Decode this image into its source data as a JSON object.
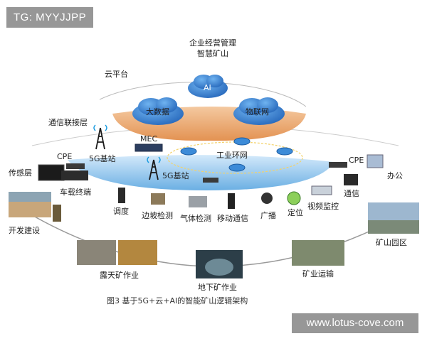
{
  "watermarks": {
    "top_left": "TG: MYYJJPP",
    "bottom_right": "www.lotus-cove.com"
  },
  "top_labels": {
    "management": "企业经营管理",
    "smart_mine": "智慧矿山",
    "cloud_platform": "云平台"
  },
  "clouds": {
    "ai": "AI",
    "big_data": "大数据",
    "iot": "物联网"
  },
  "layers": {
    "comm": "通信联接层",
    "sensing": "传感层"
  },
  "network": {
    "mec": "MEC",
    "station_left": "5G基站",
    "station_center": "5G基站",
    "cpe_left": "CPE",
    "cpe_right": "CPE",
    "industrial_ring": "工业环网"
  },
  "terminals": {
    "vehicle_terminal": "车载终端",
    "dispatch": "调度",
    "slope_monitor": "边坡检测",
    "gas_detect": "气体检测",
    "mobile_comm": "移动通信",
    "broadcast": "广播",
    "positioning": "定位",
    "video_monitor": "视频监控",
    "comm": "通信",
    "office": "办公"
  },
  "scenes": {
    "development": "开发建设",
    "open_pit": "露天矿作业",
    "underground": "地下矿作业",
    "transport": "矿业运输",
    "park": "矿山园区"
  },
  "caption": "图3 基于5G+云+AI的智能矿山逻辑架构",
  "colors": {
    "cloud_blue": "#2f7fd6",
    "sky_blue": "#5aaee8",
    "orange_band": "#e9a36a"
  }
}
